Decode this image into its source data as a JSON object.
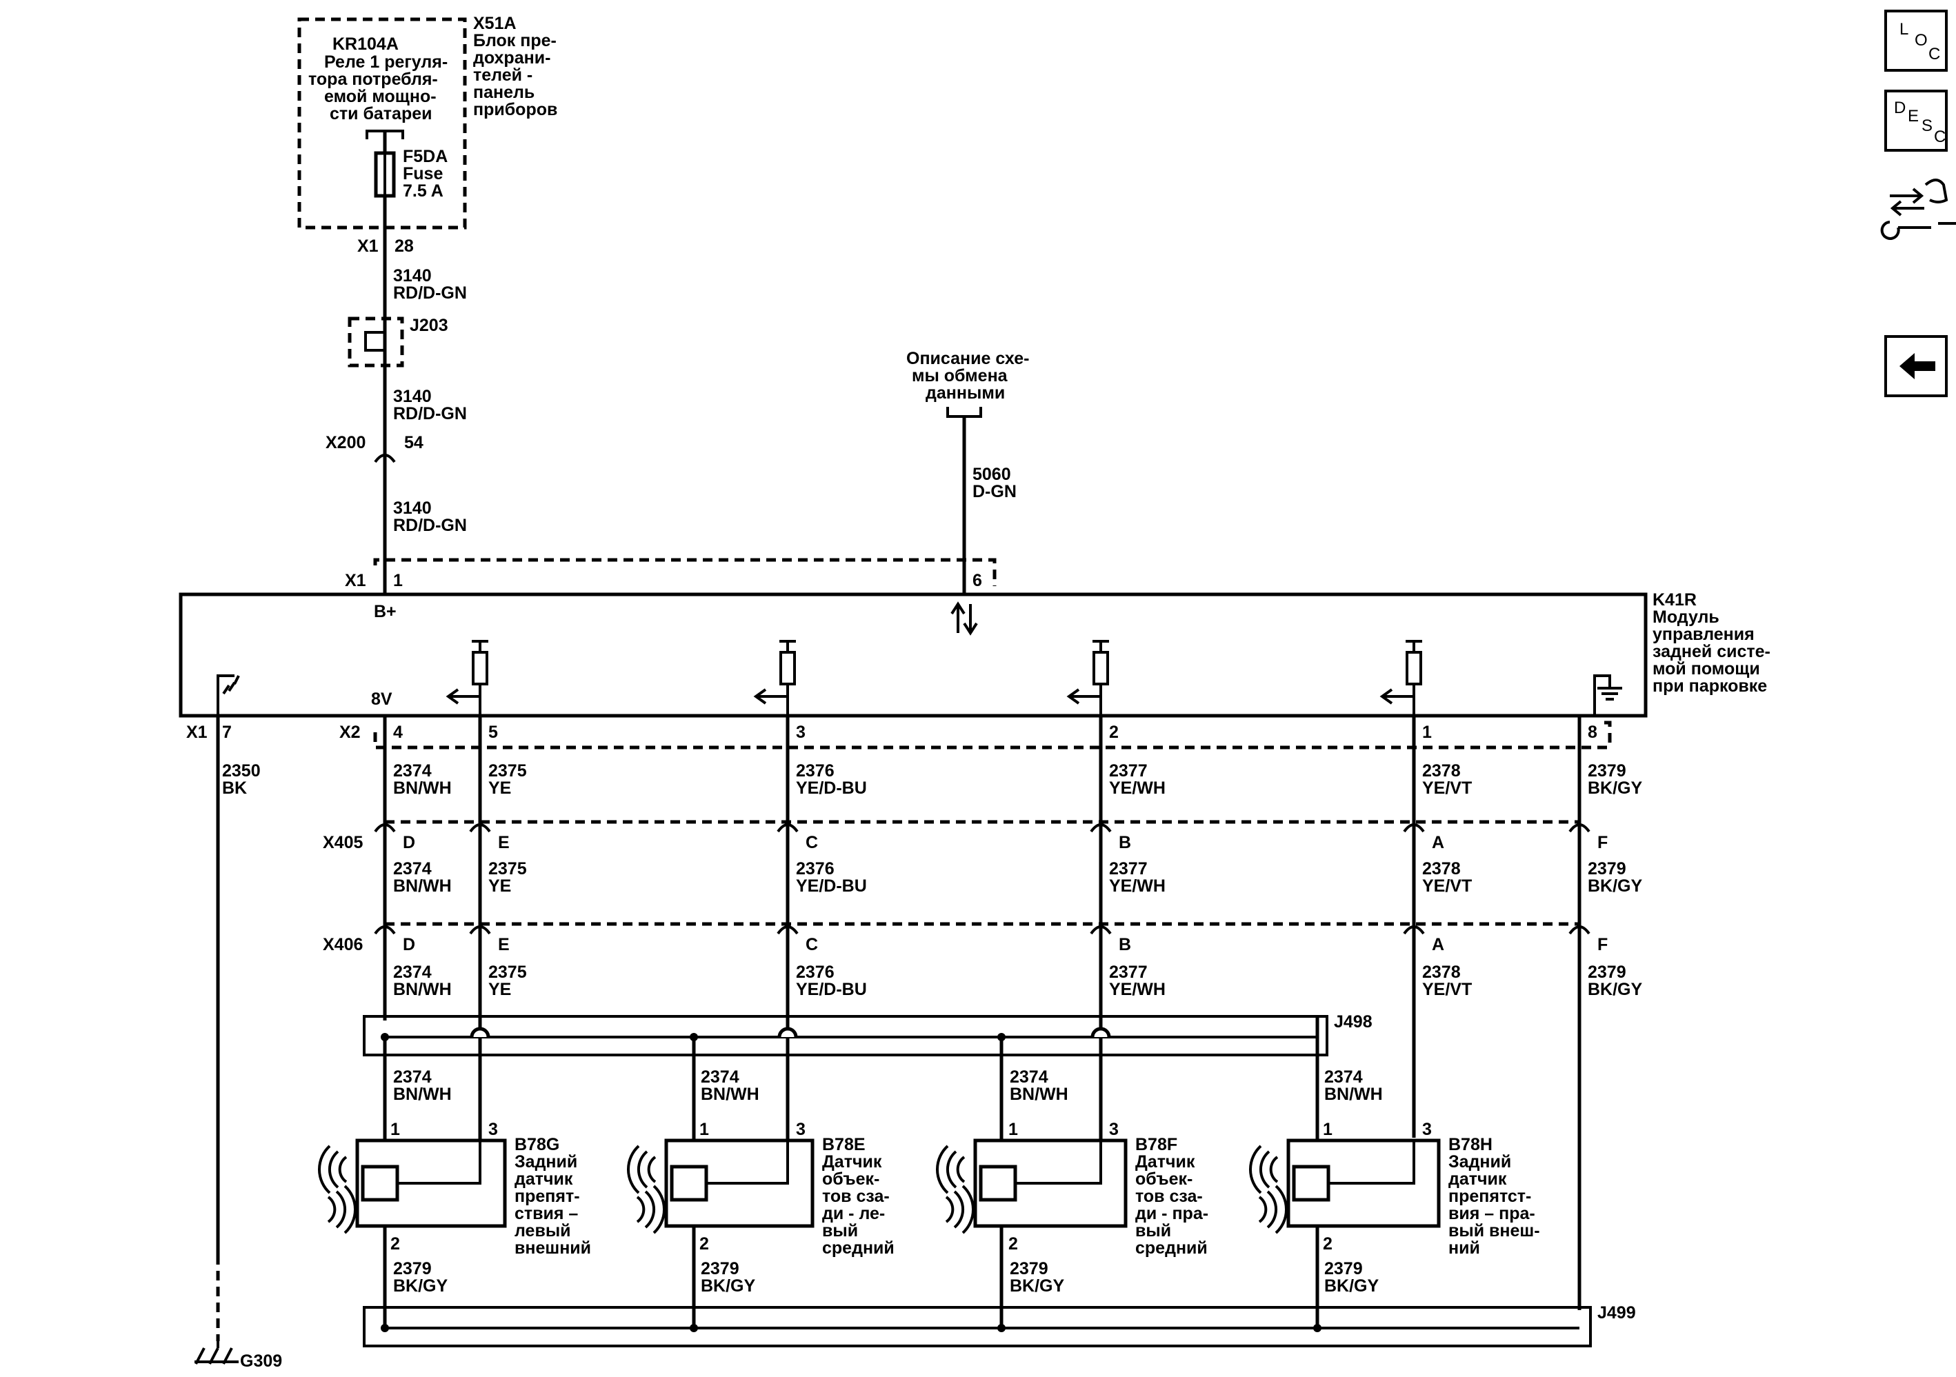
{
  "nav": {
    "loc": {
      "l1": "L",
      "l2": "O",
      "l3": "C"
    },
    "desc": {
      "l1": "D",
      "l2": "E",
      "l3": "S",
      "l4": "C"
    }
  },
  "fuse_block": {
    "id": "X51A",
    "desc": [
      "Блок пре-",
      "дохрани-",
      "телей -",
      "панель",
      "приборов"
    ],
    "relay": "KR104A",
    "relay_desc": [
      "Реле 1 регуля-",
      "тора потребля-",
      "емой мощно-",
      "сти батареи"
    ],
    "fuse": [
      "F5DA",
      "Fuse",
      "7.5 A"
    ],
    "conn": "X1",
    "pin": "28"
  },
  "supply": {
    "wire": "3140",
    "color": "RD/D-GN",
    "splice": "J203",
    "inline": "X200",
    "inline_pin": "54"
  },
  "data_link": {
    "text": [
      "Описание схе-",
      "мы обмена",
      "данными"
    ],
    "wire": "5060",
    "color": "D-GN",
    "pin": "6"
  },
  "module": {
    "id": "K41R",
    "desc": [
      "Модуль",
      "управления",
      "задней систе-",
      "мой помощи",
      "при парковке"
    ],
    "bplus": "B+",
    "bplus_pin": "1",
    "conn_x1": "X1",
    "conn_x2": "X2",
    "v8": "8V",
    "gnd_pin": "7",
    "gnd_wire": "2350",
    "gnd_color": "BK"
  },
  "circuits": [
    {
      "pin": "4",
      "wire": "2374",
      "color": "BN/WH",
      "cav": "D"
    },
    {
      "pin": "5",
      "wire": "2375",
      "color": "YE",
      "cav": "E"
    },
    {
      "pin": "3",
      "wire": "2376",
      "color": "YE/D-BU",
      "cav": "C"
    },
    {
      "pin": "2",
      "wire": "2377",
      "color": "YE/WH",
      "cav": "B"
    },
    {
      "pin": "1",
      "wire": "2378",
      "color": "YE/VT",
      "cav": "A"
    },
    {
      "pin": "8",
      "wire": "2379",
      "color": "BK/GY",
      "cav": "F"
    }
  ],
  "inline_conns": [
    "X405",
    "X406"
  ],
  "splices": {
    "sig": "J498",
    "gnd": "J499"
  },
  "ground": "G309",
  "sensors": [
    {
      "id": "B78G",
      "desc": [
        "Задний",
        "датчик",
        "препят-",
        "ствия –",
        "левый",
        "внешний"
      ],
      "p1": "1",
      "p2": "2",
      "p3": "3",
      "w1": "2374",
      "c1": "BN/WH",
      "w2": "2379",
      "c2": "BK/GY"
    },
    {
      "id": "B78E",
      "desc": [
        "Датчик",
        "объек-",
        "тов сза-",
        "ди - ле-",
        "вый",
        "средний"
      ],
      "p1": "1",
      "p2": "2",
      "p3": "3",
      "w1": "2374",
      "c1": "BN/WH",
      "w2": "2379",
      "c2": "BK/GY"
    },
    {
      "id": "B78F",
      "desc": [
        "Датчик",
        "объек-",
        "тов сза-",
        "ди - пра-",
        "вый",
        "средний"
      ],
      "p1": "1",
      "p2": "2",
      "p3": "3",
      "w1": "2374",
      "c1": "BN/WH",
      "w2": "2379",
      "c2": "BK/GY"
    },
    {
      "id": "B78H",
      "desc": [
        "Задний",
        "датчик",
        "препятст-",
        "вия – пра-",
        "вый внеш-",
        "ний"
      ],
      "p1": "1",
      "p2": "2",
      "p3": "3",
      "w1": "2374",
      "c1": "BN/WH",
      "w2": "2379",
      "c2": "BK/GY"
    }
  ]
}
